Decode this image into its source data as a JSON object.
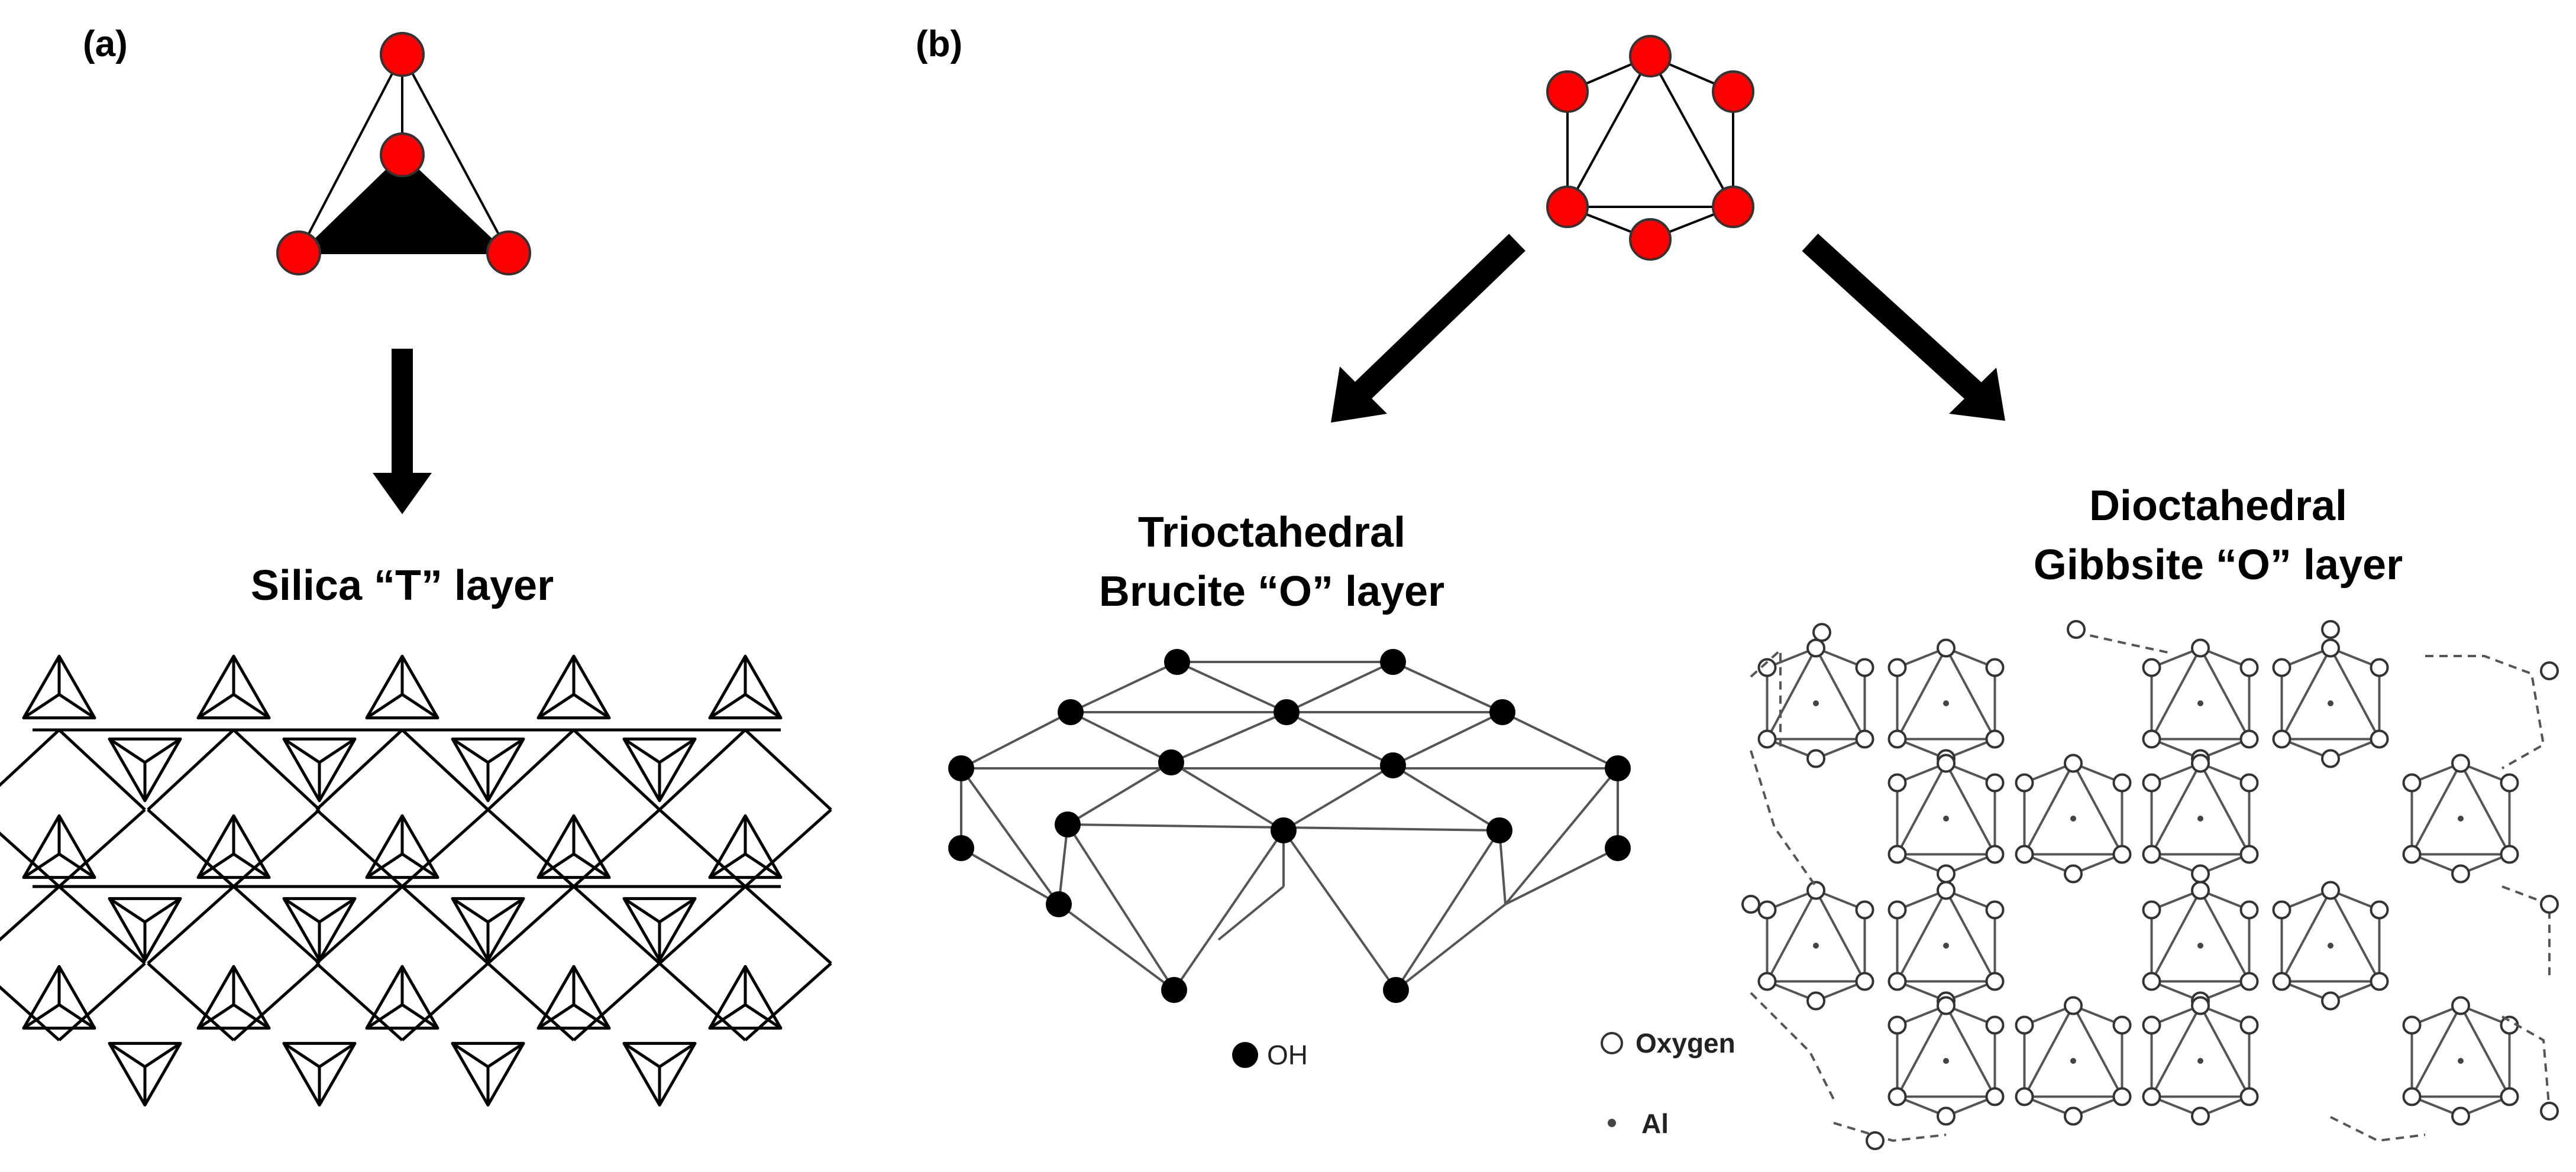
{
  "panels": {
    "a": {
      "label": "(a)",
      "layer_title": "Silica “T” layer"
    },
    "b": {
      "label": "(b)",
      "left_title_line1": "Trioctahedral",
      "left_title_line2": "Brucite “O” layer",
      "right_title_line1": "Dioctahedral",
      "right_title_line2": "Gibbsite “O” layer"
    }
  },
  "legend": {
    "oh_label": "OH",
    "oxygen_label": "Oxygen",
    "al_label": "Al"
  },
  "colors": {
    "atom_red": "#ff0000",
    "line": "#000000",
    "background": "#ffffff"
  }
}
